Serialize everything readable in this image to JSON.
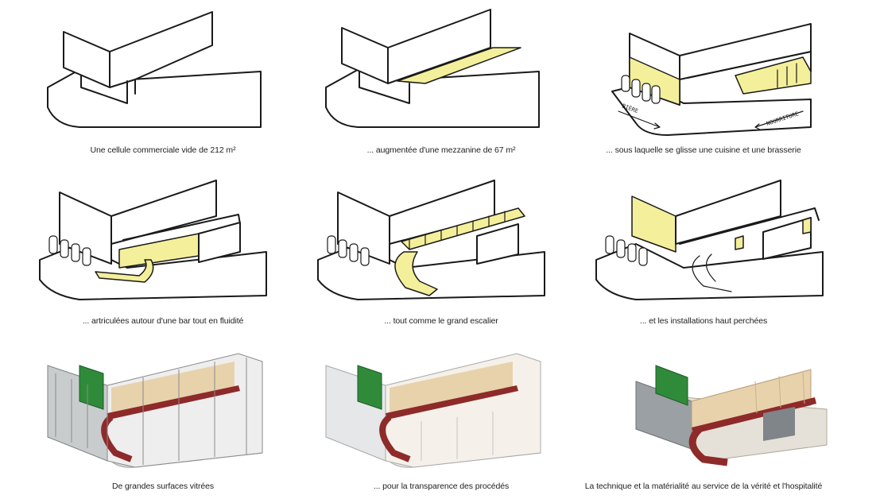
{
  "captions": [
    "Une cellule commerciale vide de 212 m²",
    "... augmentée d'une mezzanine de 67 m²",
    "... sous laquelle se glisse une cuisine et une brasserie",
    "... artriculées autour d'une bar tout en fluidité",
    "... tout comme le grand escalier",
    "... et les installations haut perchées",
    "De grandes surfaces vitrées",
    "... pour la transparence des procédés",
    "La technique et la matérialité au service de la vérité et l'hospitalité"
  ],
  "labels": {
    "biere": "BIÈRE",
    "nourriture": "NOURRITURE"
  },
  "colors": {
    "highlight": "#f4ef9a",
    "stair_red": "#8e2a2a",
    "sign_green": "#2f8b3a",
    "wood": "#e8d2ab"
  }
}
